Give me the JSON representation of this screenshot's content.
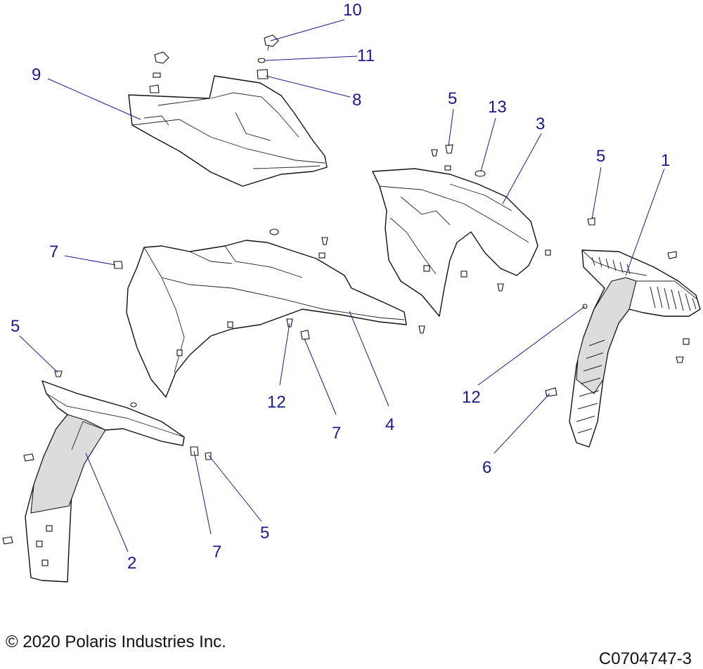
{
  "callouts": [
    {
      "id": "c1",
      "label": "1"
    },
    {
      "id": "c2",
      "label": "2"
    },
    {
      "id": "c3",
      "label": "3"
    },
    {
      "id": "c4",
      "label": "4"
    },
    {
      "id": "c5a",
      "label": "5"
    },
    {
      "id": "c5b",
      "label": "5"
    },
    {
      "id": "c5c",
      "label": "5"
    },
    {
      "id": "c5d",
      "label": "5"
    },
    {
      "id": "c6",
      "label": "6"
    },
    {
      "id": "c7a",
      "label": "7"
    },
    {
      "id": "c7b",
      "label": "7"
    },
    {
      "id": "c7c",
      "label": "7"
    },
    {
      "id": "c8",
      "label": "8"
    },
    {
      "id": "c9",
      "label": "9"
    },
    {
      "id": "c10",
      "label": "10"
    },
    {
      "id": "c11",
      "label": "11"
    },
    {
      "id": "c12a",
      "label": "12"
    },
    {
      "id": "c12b",
      "label": "12"
    },
    {
      "id": "c13",
      "label": "13"
    }
  ],
  "copyright": "© 2020 Polaris Industries Inc.",
  "figure_id": "C0704747-3",
  "colors": {
    "callout": "#1a1a8c",
    "line": "#111111",
    "shade": "#dcdcdc"
  }
}
